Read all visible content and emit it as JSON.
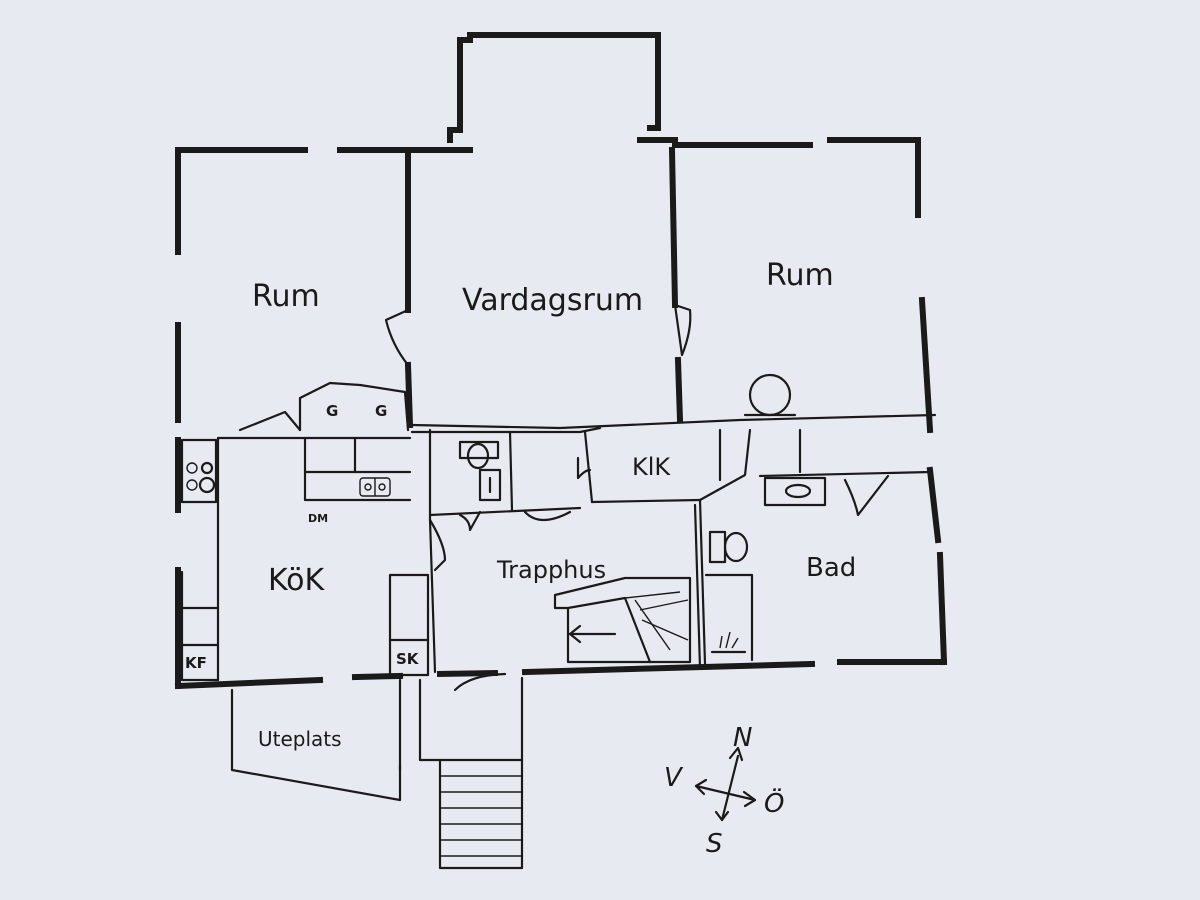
{
  "floor_plan": {
    "rooms": {
      "rum_west": "Rum",
      "vardagsrum": "Vardagsrum",
      "rum_east": "Rum",
      "kok": "KöK",
      "trapphus": "Trapphus",
      "bad": "Bad",
      "klk": "KlK",
      "uteplats": "Uteplats"
    },
    "fixtures": {
      "dm": "DM",
      "kf": "KF",
      "sk": "SK",
      "g1": "G",
      "g2": "G"
    },
    "compass": {
      "north": "N",
      "south": "S",
      "west": "V",
      "east": "Ö"
    }
  },
  "colors": {
    "paper": "#e7ebf1",
    "ink": "#1a1a1a"
  }
}
